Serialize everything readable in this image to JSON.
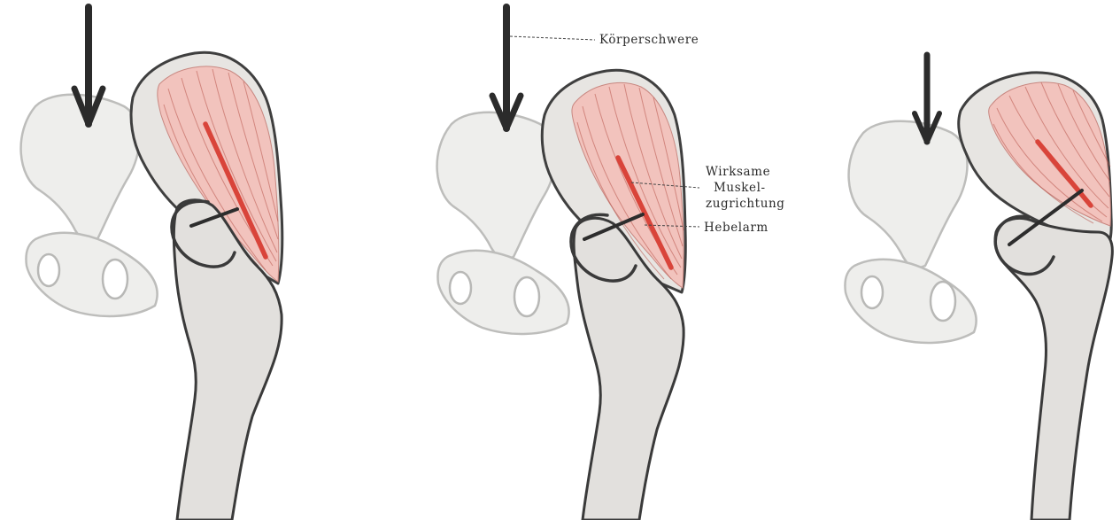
{
  "labels": {
    "body_weight": "Körperschwere",
    "effective_muscle_pull_line1": "Wirksame",
    "effective_muscle_pull_line2": "Muskel-",
    "effective_muscle_pull_line3": "zugrichtung",
    "lever_arm": "Hebelarm"
  },
  "colors": {
    "muscle_fill": "#f2c3bd",
    "muscle_fiber": "#b8534a",
    "pull_line": "#d9443a",
    "lever_line": "#2d2d2d",
    "bone_fill": "#e2e0dd",
    "outline": "#3a3a3a"
  }
}
